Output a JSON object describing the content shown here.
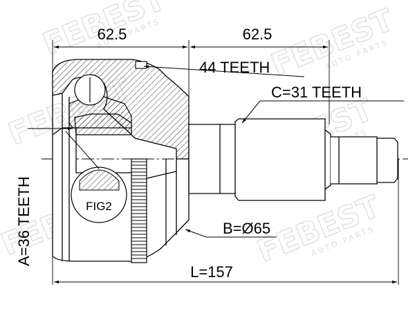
{
  "dimensions": {
    "left_length": "62.5",
    "right_length": "62.5",
    "total_length": "L=157"
  },
  "labels": {
    "outer_teeth": "44 TEETH",
    "shaft_teeth": "C=31 TEETH",
    "inner_teeth": "A=36 TEETH",
    "abs_diameter": "B=Ø65",
    "detail": "FIG2"
  },
  "watermark": {
    "brand": "FEBEST",
    "sub": "AUTO PARTS"
  },
  "colors": {
    "line": "#000000",
    "watermark": "#d9d9d9"
  }
}
